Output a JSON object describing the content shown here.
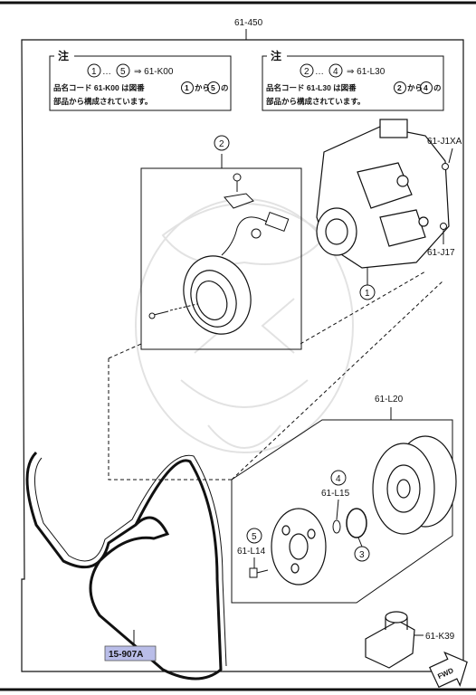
{
  "assembly_label": "61-450",
  "note_left": {
    "title": "注",
    "line1_start": "1",
    "line1_mid": "…",
    "line1_end": "5",
    "line1_target": "⇒ 61-K00",
    "line2_prefix": "品名コード 61-K00 は図番",
    "line2_a": "1",
    "line2_mid": "から",
    "line2_b": "5",
    "line2_suffix": "の",
    "line3": "部品から構成されています。"
  },
  "note_right": {
    "title": "注",
    "line1_start": "2",
    "line1_mid": "…",
    "line1_end": "4",
    "line1_target": "⇒ 61-L30",
    "line2_prefix": "品名コード 61-L30 は図番",
    "line2_a": "2",
    "line2_mid": "から",
    "line2_b": "4",
    "line2_suffix": "の",
    "line3": "部品から構成されています。"
  },
  "parts": {
    "p_j1xa": "61-J1XA",
    "p_j17": "61-J17",
    "p_l20": "61-L20",
    "p_l15": "61-L15",
    "p_l14": "61-L14",
    "p_k39": "61-K39",
    "belt": "15-907A",
    "fwd": "FWD"
  },
  "callouts": {
    "c1": "1",
    "c2": "2",
    "c3": "3",
    "c4": "4",
    "c5": "5"
  },
  "colors": {
    "line": "#111111",
    "belt_highlight": "#b9bde8",
    "watermark": "#d9d9d9"
  }
}
